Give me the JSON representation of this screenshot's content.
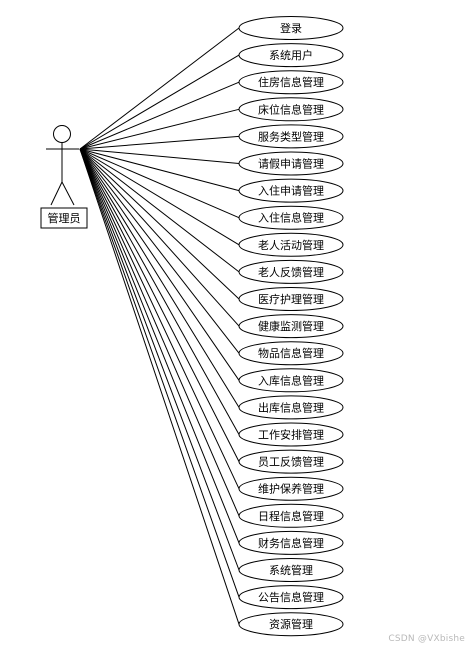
{
  "actor": {
    "label": "管理员"
  },
  "use_cases": [
    "登录",
    "系统用户",
    "住房信息管理",
    "床位信息管理",
    "服务类型管理",
    "请假申请管理",
    "入住申请管理",
    "入住信息管理",
    "老人活动管理",
    "老人反馈管理",
    "医疗护理管理",
    "健康监测管理",
    "物品信息管理",
    "入库信息管理",
    "出库信息管理",
    "工作安排管理",
    "员工反馈管理",
    "维护保养管理",
    "日程信息管理",
    "财务信息管理",
    "系统管理",
    "公告信息管理",
    "资源管理"
  ],
  "watermark": "CSDN @VXbishe",
  "colors": {
    "stroke": "#000000",
    "background": "#ffffff",
    "watermark": "#b9b9b9"
  }
}
